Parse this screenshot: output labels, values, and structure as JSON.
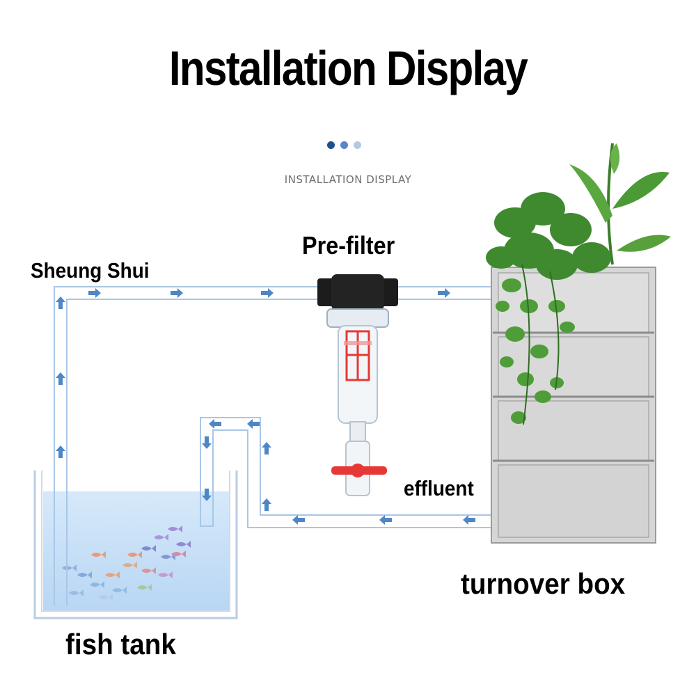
{
  "header": {
    "title": "Installation Display",
    "subtitle": "INSTALLATION DISPLAY",
    "dot_colors": [
      "#1d4f91",
      "#5b86c4",
      "#b6c9e4"
    ]
  },
  "labels": {
    "pre_filter": "Pre-filter",
    "sheung_shui": "Sheung Shui",
    "effluent": "effluent",
    "turnover_box": "turnover box",
    "fish_tank": "fish tank"
  },
  "colors": {
    "pipe_stroke": "#a9c6e6",
    "arrow": "#4f86c6",
    "water": "#cfe4f7",
    "box": "#d9d9d9",
    "filter_cap": "#1c1c1c",
    "filter_mesh": "#e53935",
    "valve": "#e53935",
    "plant": "#3f8a2f"
  },
  "icons": {
    "arrow": "arrow-icon",
    "fish": "fish-icon",
    "plant": "plant-icon",
    "filter": "filter-icon",
    "valve": "valve-icon"
  }
}
